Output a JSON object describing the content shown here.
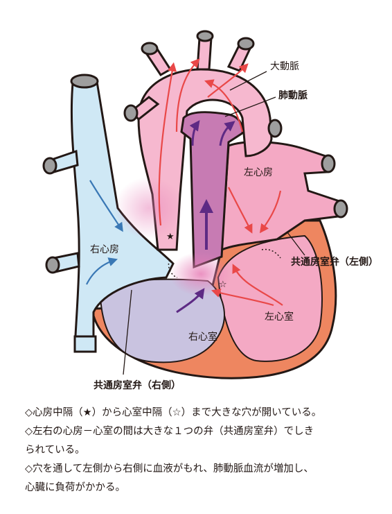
{
  "labels": {
    "aorta": "大動脈",
    "pulmonary_artery": "肺動脈",
    "left_atrium": "左心房",
    "right_atrium": "右心房",
    "common_av_valve_left": "共通房室弁（左側）",
    "common_av_valve_right": "共通房室弁（右側）",
    "left_ventricle": "左心室",
    "right_ventricle": "右心室",
    "atrial_defect_mark": "★",
    "ventricular_defect_mark": "☆"
  },
  "caption": [
    "◇心房中隔（★）から心室中隔（☆）まで大きな穴が開いている。",
    "◇左右の心房－心室の間は大きな１つの弁（共通房室弁）でしき",
    "られている。",
    "◇穴を通して左側から右側に血液がもれ、肺動脈血流が増加し、",
    "心臓に負荷がかかる。"
  ],
  "colors": {
    "outline": "#231815",
    "vena_cava": "#cfe8f5",
    "left_heart": "#f4a9c4",
    "aorta": "#f6b8cf",
    "pulmonary_artery": "#c77bb3",
    "right_ventricle": "#c9c3e0",
    "myocardium": "#ee8660",
    "vessel_cap": "#9e9e9e",
    "arrow_red": "#e94848",
    "arrow_blue": "#3a78b5",
    "arrow_purple": "#5d2a84"
  }
}
